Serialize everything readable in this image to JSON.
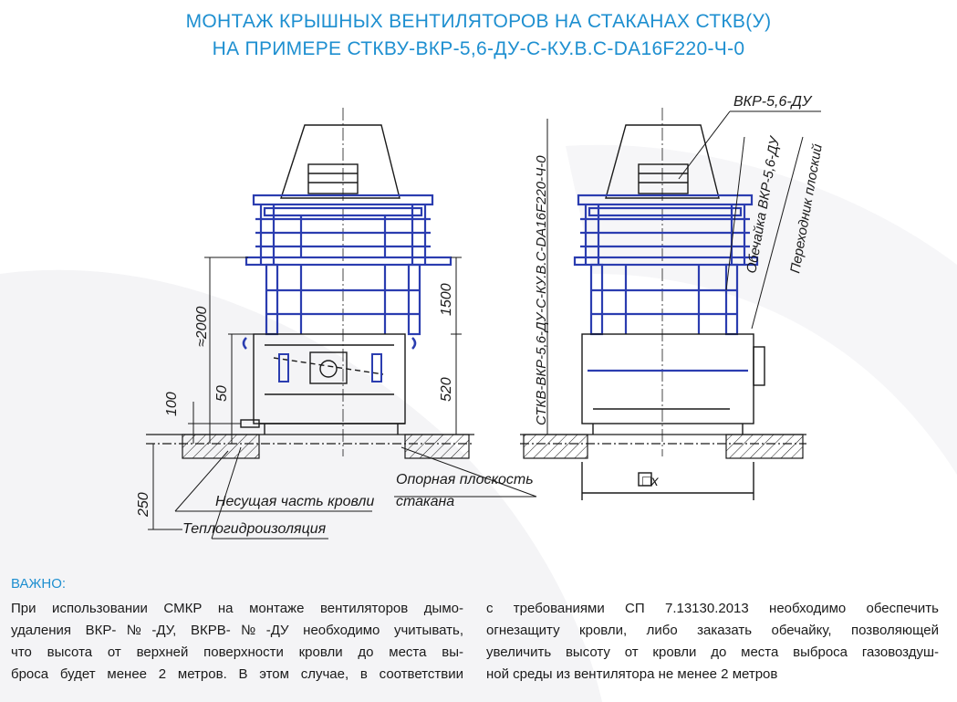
{
  "header": {
    "title_line1": "МОНТАЖ КРЫШНЫХ ВЕНТИЛЯТОРОВ НА СТАКАНАХ СТКВ(У)",
    "title_line2": "НА ПРИМЕРЕ СТКВУ-ВКР-5,6-ДУ-С-КУ.В.С-DA16F220-Ч-0"
  },
  "drawing": {
    "dimensions": {
      "height_total": "≈2000",
      "height_upper": "1500",
      "height_lower": "520",
      "height_100": "100",
      "height_50": "50",
      "height_250": "250"
    },
    "labels": {
      "bearing_roof": "Несущая часть кровли",
      "support_plane_line1": "Опорная плоскость",
      "support_plane_line2": "стакана",
      "insulation": "Теплогидроизоляция",
      "fan_model": "ВКР-5,6-ДУ",
      "shell": "Обечайка ВКР-5,6-ДУ",
      "adapter": "Переходник плоский",
      "stand_model": "СТКВ-ВКР-5,6-ДУ-С-КУ.В.С-DA16F220-Ч-0",
      "size_x": "□x"
    },
    "colors": {
      "frame": "#2b3db0",
      "line": "#1a1a1a"
    }
  },
  "notice": {
    "label": "ВАЖНО:",
    "col1_lines": [
      "При использовании СМКР на монтаже вентиляторов дымо-",
      "удаления ВКР-№-ДУ, ВКРВ-№-ДУ необходимо учитывать,",
      "что высота от верхней поверхности кровли до места вы-",
      "броса будет менее 2 метров. В этом случае, в соответствии"
    ],
    "col2_lines": [
      "с требованиями СП 7.13130.2013 необходимо обеспечить",
      "огнезащиту кровли, либо заказать обечайку, позволяющей",
      "увеличить высоту от кровли до места выброса газовоздуш-",
      "ной среды из вентилятора не менее 2 метров"
    ]
  }
}
